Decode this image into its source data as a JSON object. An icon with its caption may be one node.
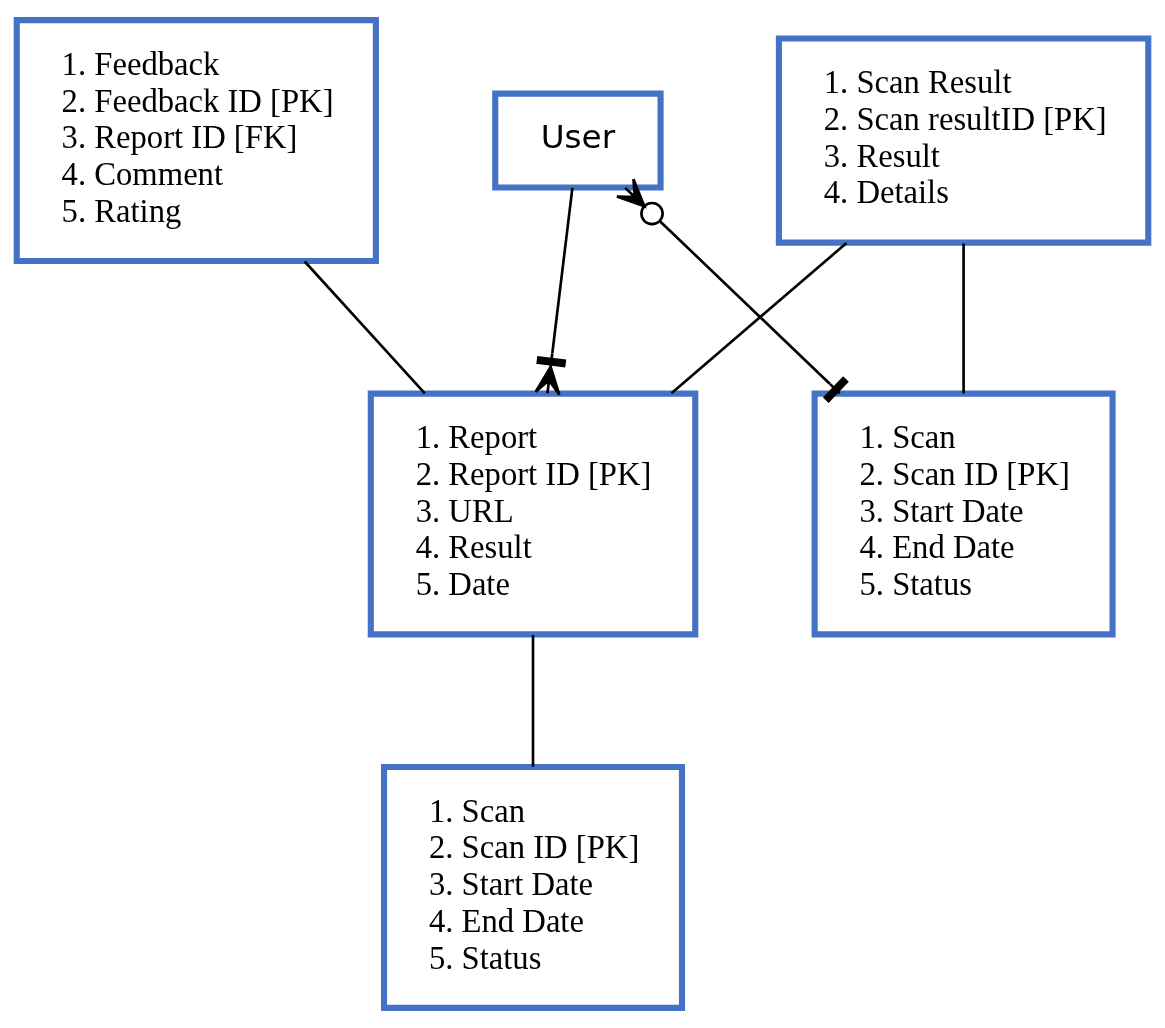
{
  "diagram": {
    "nodes": [
      {
        "text": [
          "1. Feedback",
          "2. Feedback ID [PK]",
          "3. Report ID [FK]",
          "4. Comment",
          "5. Rating"
        ]
      },
      {
        "text": [
          "1. Scan Result",
          "2. Scan resultID [PK]",
          "3. Result",
          "4. Details"
        ]
      },
      {
        "text": [
          "User"
        ]
      },
      {
        "text": [
          "1. Report",
          "2. Report ID [PK]",
          "3. URL",
          "4. Result",
          "5. Date"
        ]
      },
      {
        "text": [
          "1. Scan",
          "2. Scan ID [PK]",
          "3. Start Date",
          "4. End Date",
          "5. Status"
        ]
      },
      {
        "text": [
          "1. Scan",
          "2. Scan ID [PK]",
          "3. Start Date",
          "4. End Date",
          "5. Status"
        ]
      }
    ],
    "edges": [
      {
        "from": 0,
        "to": 3,
        "arrow": "none"
      },
      {
        "from": 1,
        "to": 3,
        "arrow": "none"
      },
      {
        "from": 2,
        "to": 3,
        "arrow": "other"
      },
      {
        "from": 2,
        "to": 4,
        "arrow": "other"
      },
      {
        "from": 1,
        "to": 4,
        "arrow": "none"
      },
      {
        "from": 3,
        "to": 5,
        "arrow": "none"
      }
    ]
  }
}
